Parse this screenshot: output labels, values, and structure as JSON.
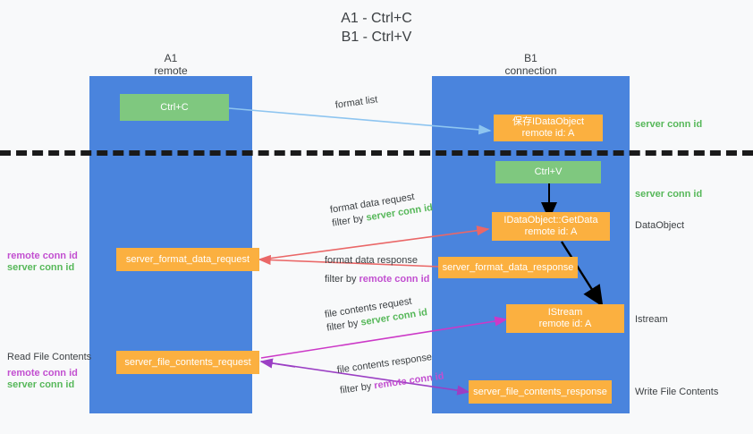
{
  "title": {
    "line1": "A1 - Ctrl+C",
    "line2": "B1 - Ctrl+V"
  },
  "lanes": [
    {
      "name": "A1",
      "sub": "remote"
    },
    {
      "name": "B1",
      "sub": "connection"
    }
  ],
  "boxes": {
    "ctrl_c": "Ctrl+C",
    "ctrl_v": "Ctrl+V",
    "save_idataobject_l1": "保存IDataObject",
    "save_idataobject_l2": "remote id: A",
    "getdata_l1": "IDataObject::GetData",
    "getdata_l2": "remote id: A",
    "istream_l1": "IStream",
    "istream_l2": "remote id: A",
    "server_format_data_request": "server_format_data_request",
    "server_format_data_response": "server_format_data_response",
    "server_file_contents_request": "server_file_contents_request",
    "server_file_contents_response": "server_file_contents_response"
  },
  "right_labels": {
    "server_conn_id_top": "server conn id",
    "server_conn_id_mid": "server conn id",
    "dataobject": "DataObject",
    "istream": "Istream",
    "write_file_contents": "Write File Contents"
  },
  "left_labels": {
    "remote_conn_id_1": "remote conn id",
    "server_conn_id_1": "server conn id",
    "read_file_contents": "Read File Contents",
    "remote_conn_id_2": "remote conn id",
    "server_conn_id_2": "server conn id"
  },
  "edges": {
    "format_list": "format list",
    "format_data_request": "format data request",
    "format_data_request_filter_prefix": "filter by ",
    "format_data_request_filter_key": "server conn id",
    "format_data_response": "format data response",
    "format_data_response_filter_prefix": "filter by ",
    "format_data_response_filter_key": "remote conn id",
    "file_contents_request": "file contents request",
    "file_contents_request_filter_prefix": "filter by ",
    "file_contents_request_filter_key": "server conn id",
    "file_contents_response": "file contents response",
    "file_contents_response_filter_prefix": "filter by ",
    "file_contents_response_filter_key": "remote conn id"
  },
  "colors": {
    "lane": "#4a84dd",
    "green_box": "#7fc87f",
    "orange_box": "#fbb040",
    "green_text": "#57b85a",
    "purple_text": "#c24fd0",
    "arrow_light_blue": "#8ec5f0",
    "arrow_red": "#ea6767",
    "arrow_magenta": "#cc39c7",
    "arrow_purple": "#9b3fc4",
    "arrow_black": "#000000",
    "background": "#f8f9fa"
  }
}
